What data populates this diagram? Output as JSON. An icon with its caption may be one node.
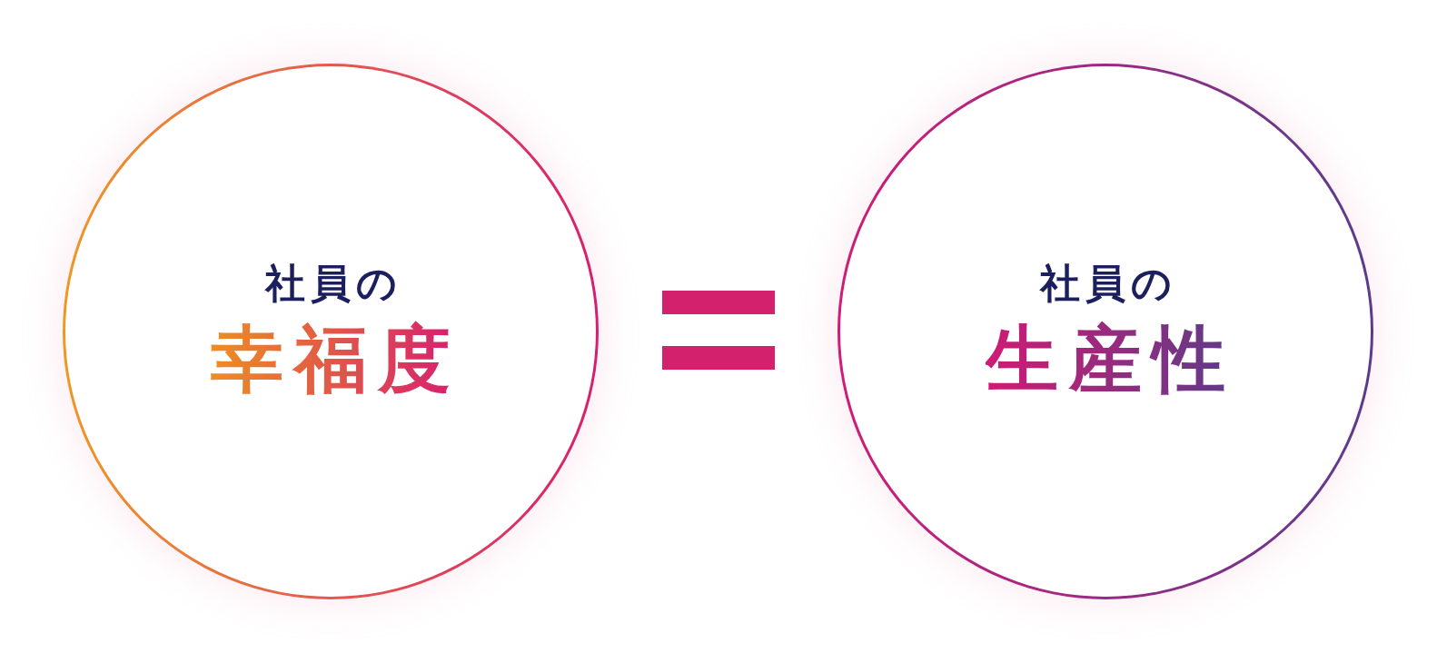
{
  "diagram": {
    "nodes": [
      {
        "text": [
          "社員の",
          "幸福度"
        ]
      },
      {
        "text": [
          "社員の",
          "生産性"
        ]
      }
    ]
  }
}
